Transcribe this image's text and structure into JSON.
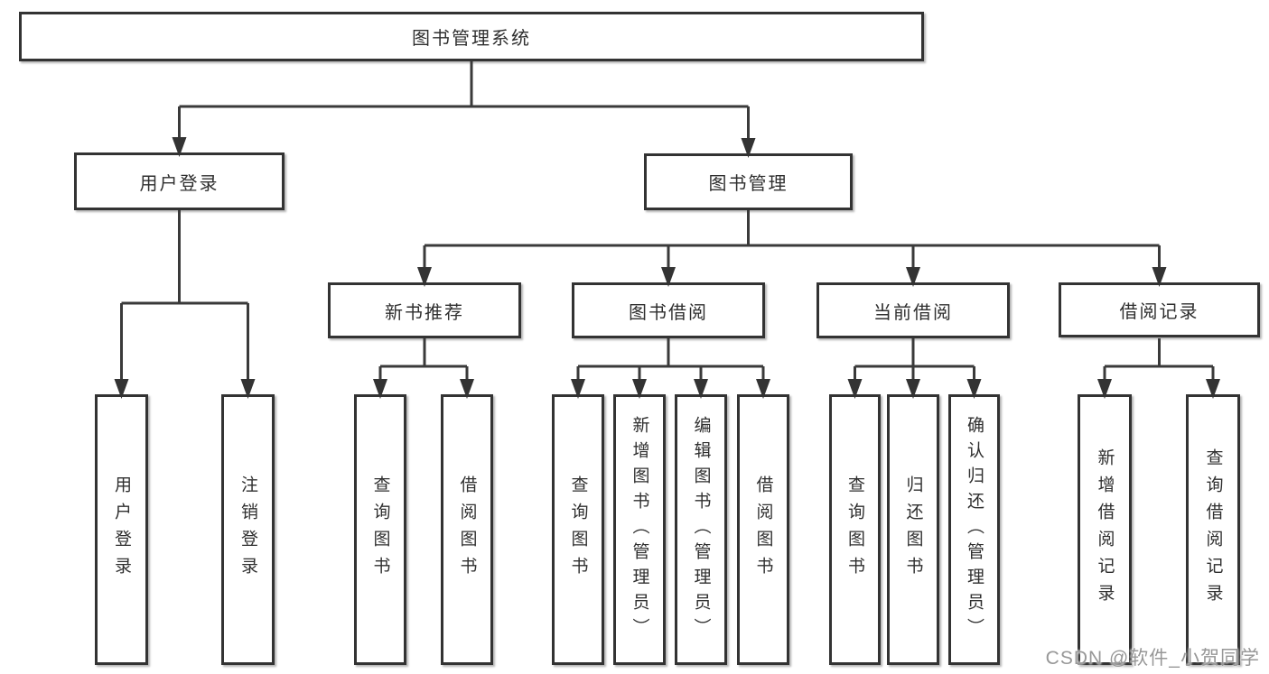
{
  "colors": {
    "line": "#3a3a3a",
    "box_border": "#333333",
    "text": "#2f2f2f",
    "watermark": "#979797",
    "background": "#ffffff"
  },
  "tree": {
    "root": "图书管理系统",
    "children": [
      {
        "label": "用户登录",
        "children": [
          "用户登录",
          "注销登录"
        ]
      },
      {
        "label": "图书管理",
        "children": [
          {
            "label": "新书推荐",
            "children": [
              "查询图书",
              "借阅图书"
            ]
          },
          {
            "label": "图书借阅",
            "children": [
              "查询图书",
              "新增图书（管理员）",
              "编辑图书（管理员）",
              "借阅图书"
            ]
          },
          {
            "label": "当前借阅",
            "children": [
              "查询图书",
              "归还图书",
              "确认归还（管理员）"
            ]
          },
          {
            "label": "借阅记录",
            "children": [
              "新增借阅记录",
              "查询借阅记录"
            ]
          }
        ]
      }
    ]
  },
  "watermark": {
    "text": "CSDN @软件_小贺同学"
  }
}
